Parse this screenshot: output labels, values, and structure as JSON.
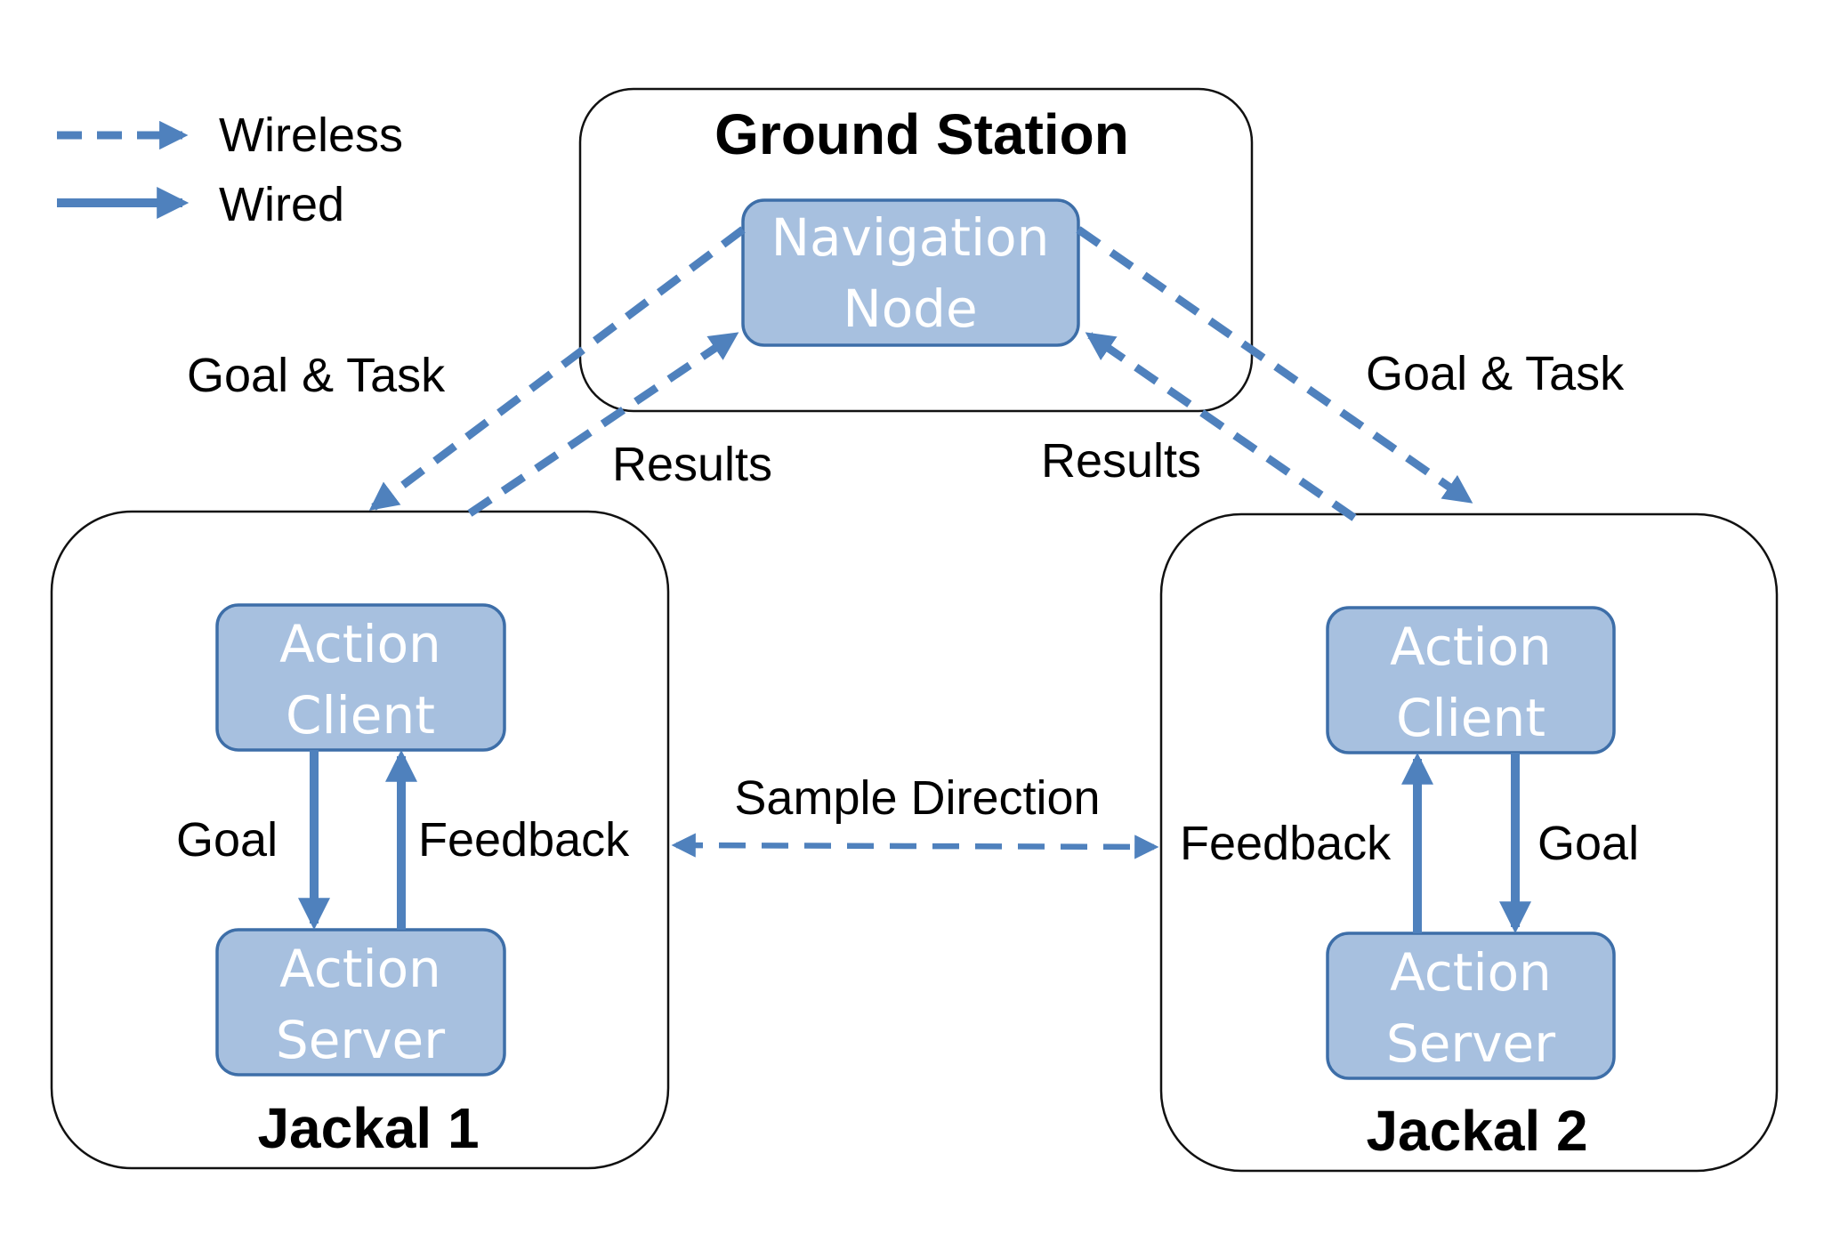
{
  "legend": {
    "wireless_label": "Wireless",
    "wired_label": "Wired"
  },
  "containers": {
    "ground_station": "Ground Station",
    "jackal1": "Jackal 1",
    "jackal2": "Jackal 2"
  },
  "nodes": {
    "navigation_node": [
      "Navigation",
      "Node"
    ],
    "jackal1_action_client": [
      "Action",
      "Client"
    ],
    "jackal1_action_server": [
      "Action",
      "Server"
    ],
    "jackal2_action_client": [
      "Action",
      "Client"
    ],
    "jackal2_action_server": [
      "Action",
      "Server"
    ]
  },
  "edges": {
    "goal_task_left": "Goal & Task",
    "goal_task_right": "Goal & Task",
    "results_left": "Results",
    "results_right": "Results",
    "jackal1_goal": "Goal",
    "jackal1_feedback": "Feedback",
    "jackal2_goal": "Goal",
    "jackal2_feedback": "Feedback",
    "sample_direction": "Sample Direction"
  },
  "colors": {
    "arrow": "#4f81bd",
    "node_fill": "#a7c0df",
    "node_border": "#3d6ea8"
  }
}
